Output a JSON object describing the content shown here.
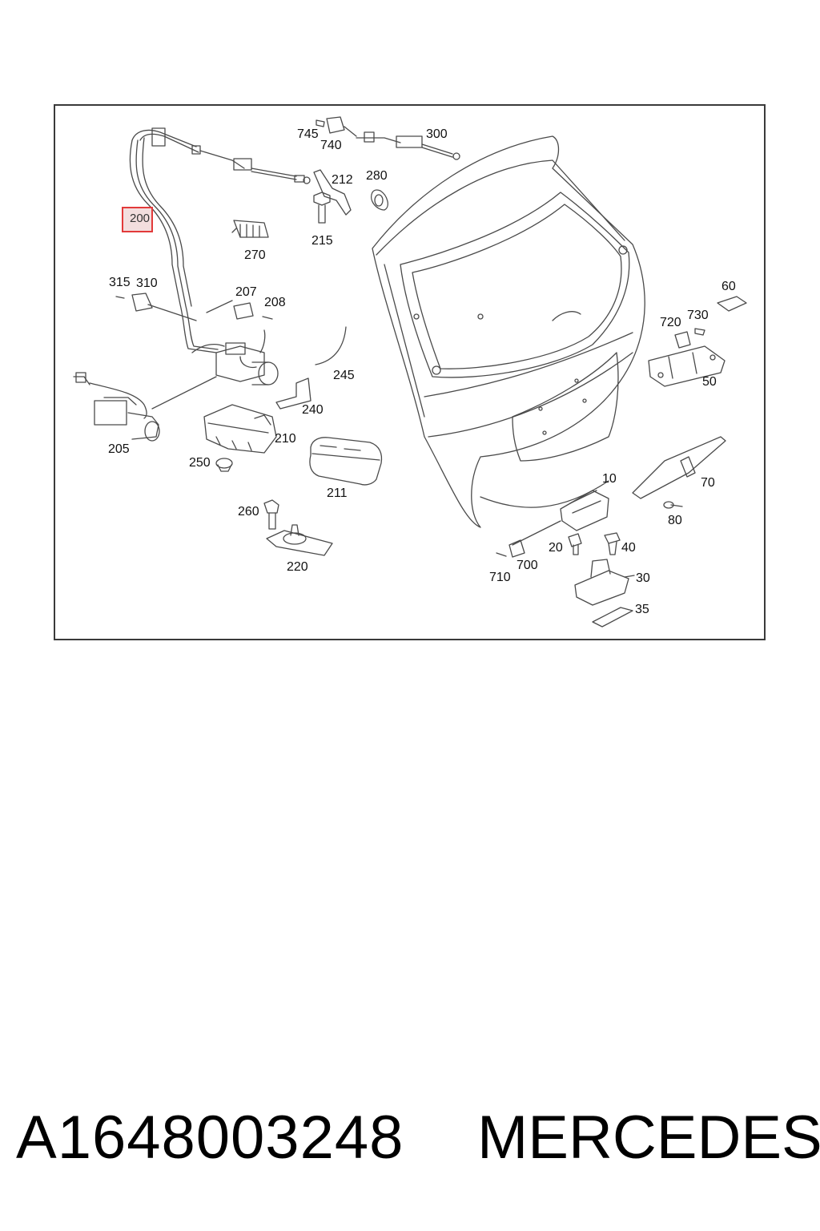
{
  "callouts": {
    "c200": "200",
    "c745": "745",
    "c740": "740",
    "c300": "300",
    "c212": "212",
    "c280": "280",
    "c215": "215",
    "c270": "270",
    "c315": "315",
    "c310": "310",
    "c207": "207",
    "c208": "208",
    "c60": "60",
    "c730": "730",
    "c720": "720",
    "c245": "245",
    "c240": "240",
    "c50": "50",
    "c205": "205",
    "c210": "210",
    "c250": "250",
    "c211": "211",
    "c10": "10",
    "c70": "70",
    "c260": "260",
    "c80": "80",
    "c20": "20",
    "c40": "40",
    "c710": "710",
    "c700": "700",
    "c220": "220",
    "c30": "30",
    "c35": "35"
  },
  "highlighted_callout": "200",
  "caption": {
    "part_number": "A1648003248",
    "brand": "MERCEDES"
  },
  "colors": {
    "highlight_border": "#e23a3a",
    "highlight_fill": "#f3dede",
    "frame": "#3a3a3a",
    "line_art": "#4a4a4a"
  }
}
